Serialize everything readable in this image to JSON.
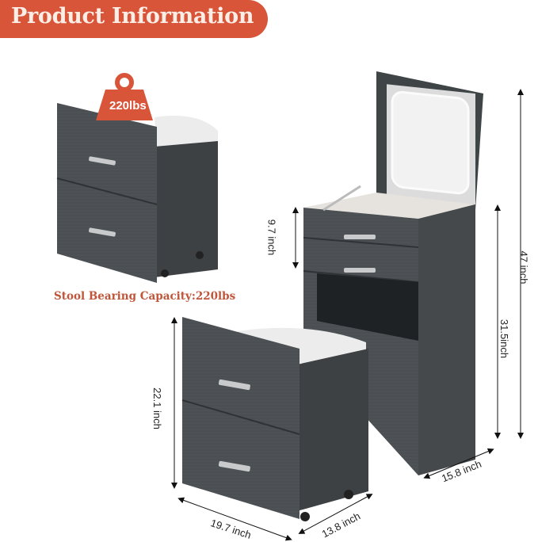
{
  "header": {
    "title": "Product Information"
  },
  "weight_badge": {
    "label": "220lbs",
    "color": "#d8553a"
  },
  "caption": {
    "text": "Stool Bearing Capacity:220lbs",
    "color": "#c0553a"
  },
  "dimensions": {
    "drawer_height": "9.7 inch",
    "total_height": "47 inch",
    "table_height": "31.5inch",
    "stool_height": "22.1 inch",
    "stool_width": "19.7 inch",
    "stool_depth": "13.8 inch",
    "table_depth": "15.8 inch"
  },
  "colors": {
    "accent": "#d8553a",
    "furniture": "#4a4f52",
    "furniture_dark": "#3a3e41",
    "cushion": "#eeeeee"
  }
}
